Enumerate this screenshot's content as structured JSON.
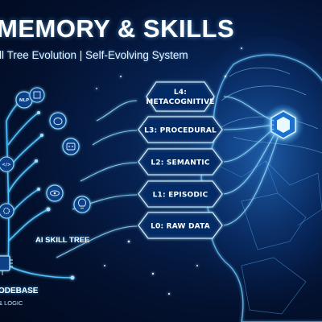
{
  "title": "MEMORY & SKILLS",
  "subtitle": "ill Tree Evolution | Self-Evolving System",
  "layers": [
    {
      "line1": "L4:",
      "line2": "METACOGNITIVE"
    },
    {
      "line1": "L3: PROCEDURAL",
      "line2": ""
    },
    {
      "line1": "L2: SEMANTIC",
      "line2": ""
    },
    {
      "line1": "L1: EPISODIC",
      "line2": ""
    },
    {
      "line1": "L0: RAW DATA",
      "line2": ""
    }
  ],
  "tree_label": "AI SKILL TREE",
  "codebase": {
    "label": "ODEBASE",
    "sub": "& LOGIC"
  },
  "icons": {
    "nlp": "NLP",
    "nodes": [
      "nlp-icon",
      "chip-icon",
      "brain-icon",
      "robot-icon",
      "lightbulb-icon",
      "gear-icon",
      "code-icon",
      "eye-icon"
    ]
  },
  "colors": {
    "glow": "#4fc3ff",
    "accent": "#9fdcff",
    "background": "#03112f"
  }
}
